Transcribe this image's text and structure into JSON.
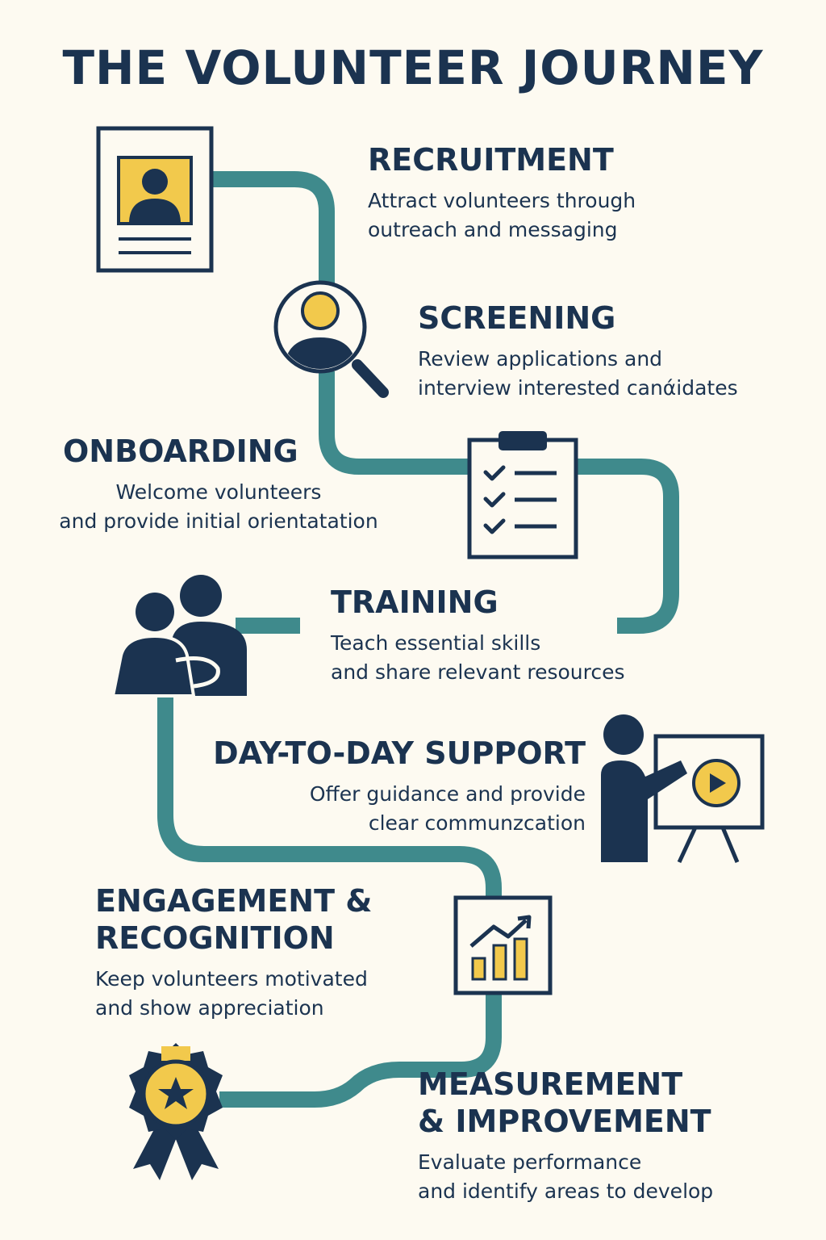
{
  "title": "THE VOLUNTEER JOURNEY",
  "colors": {
    "navy": "#1b3350",
    "teal": "#3f8a8c",
    "yellow": "#f2c94c",
    "background": "#fdfaf1"
  },
  "steps": [
    {
      "heading": [
        "RECRUITMENT"
      ],
      "description": [
        "Attract volunteers through",
        "outreach and messaging"
      ],
      "icon": "recruitment-poster-icon"
    },
    {
      "heading": [
        "SCREENING"
      ],
      "description": [
        "Review applications and",
        "interview interested canάidates"
      ],
      "icon": "magnifier-person-icon"
    },
    {
      "heading": [
        "ONBOARDING"
      ],
      "description": [
        "Welcome volunteers",
        "and provide initial orientatation"
      ],
      "icon": "clipboard-checklist-icon"
    },
    {
      "heading": [
        "TRAINING"
      ],
      "description": [
        "Teach essential skills",
        "and share relevant resources"
      ],
      "icon": "two-people-icon"
    },
    {
      "heading": [
        "DAY-TO-DAY SUPPORT"
      ],
      "description": [
        "Offer guidance and provide",
        "clear communzcation"
      ],
      "icon": "presenter-board-icon"
    },
    {
      "heading": [
        "ENGAGEMENT &",
        "RECOGNITION"
      ],
      "description": [
        "Keep volunteers motivated",
        "and show appreciation"
      ],
      "icon": "bar-chart-icon"
    },
    {
      "heading": [
        "MEASUREMENT",
        "& IMPROVEMENT"
      ],
      "description": [
        "Evaluate performance",
        "and identify areas to develop"
      ],
      "icon": "award-ribbon-icon"
    }
  ]
}
